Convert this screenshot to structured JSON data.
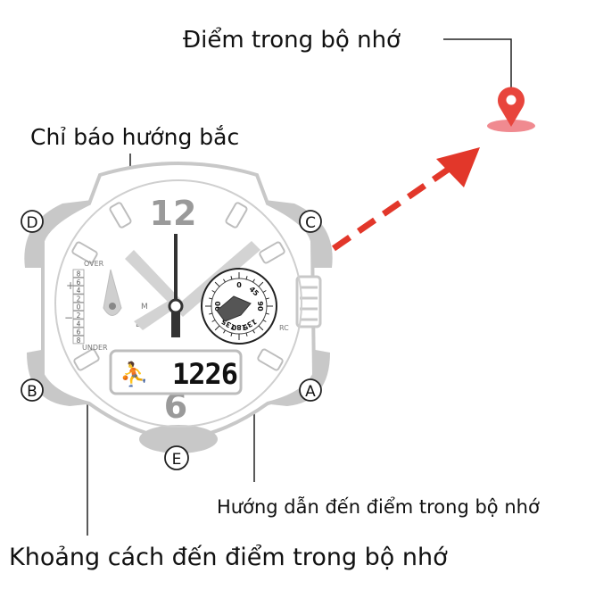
{
  "callouts": {
    "memory_point": "Điểm trong bộ nhớ",
    "north_indicator": "Chỉ báo hướng bắc",
    "direction_guide": "Hướng dẫn đến điểm trong bộ nhớ",
    "distance": "Khoảng cách đến điểm trong bộ nhớ"
  },
  "watch": {
    "buttons": {
      "a": "A",
      "b": "B",
      "c": "C",
      "d": "D",
      "e": "E"
    },
    "numerals": {
      "twelve": "12",
      "six": "6"
    },
    "lcd_value": "1226",
    "over_label": "OVER",
    "under_label": "UNDER",
    "gauge_plus": "+",
    "gauge_minus": "−",
    "gauge_scale": [
      "8",
      "6",
      "4",
      "2",
      "0",
      "2",
      "4",
      "6",
      "8"
    ],
    "m_label": "M",
    "l_label": "L",
    "rc_label": "RC",
    "compass_scale": [
      "0",
      "45",
      "90",
      "135",
      "180",
      "135",
      "90"
    ]
  },
  "colors": {
    "arrow": "#e2372a",
    "pin": "#e8453c",
    "pin_shadow": "#f08a90",
    "bezel": "#c8c8c8",
    "hands": "#333333"
  }
}
